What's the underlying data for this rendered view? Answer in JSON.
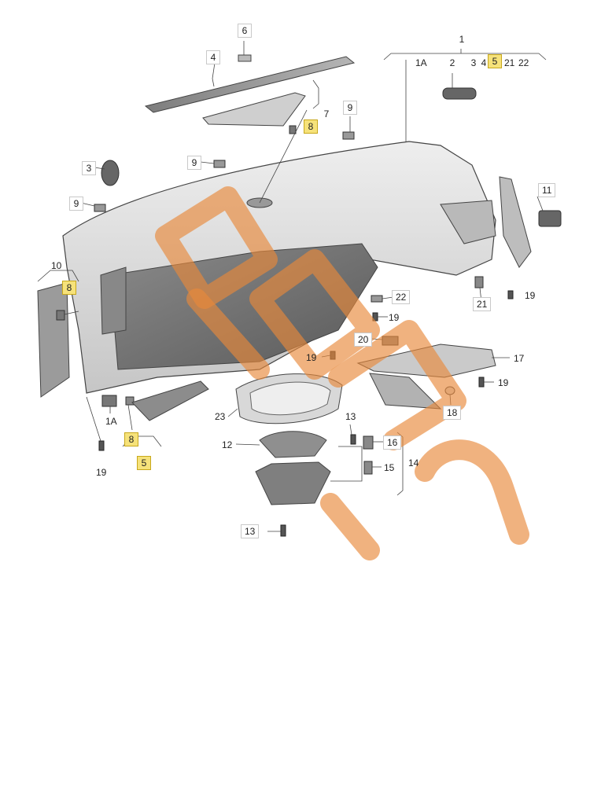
{
  "diagram": {
    "watermark_text": "PARTS",
    "callouts": [
      {
        "id": "c1",
        "text": "1"
      },
      {
        "id": "c1a_t",
        "text": "1A"
      },
      {
        "id": "c2",
        "text": "2"
      },
      {
        "id": "c3r",
        "text": "3"
      },
      {
        "id": "c4r",
        "text": "4"
      },
      {
        "id": "c5r",
        "text": "5",
        "highlight": true
      },
      {
        "id": "c21r",
        "text": "21"
      },
      {
        "id": "c22r",
        "text": "22"
      },
      {
        "id": "c4",
        "text": "4"
      },
      {
        "id": "c6",
        "text": "6"
      },
      {
        "id": "c7",
        "text": "7"
      },
      {
        "id": "c8t",
        "text": "8",
        "highlight": true
      },
      {
        "id": "c9a",
        "text": "9"
      },
      {
        "id": "c9b",
        "text": "9"
      },
      {
        "id": "c9c",
        "text": "9"
      },
      {
        "id": "c3",
        "text": "3"
      },
      {
        "id": "c11",
        "text": "11"
      },
      {
        "id": "c10",
        "text": "10"
      },
      {
        "id": "c8l",
        "text": "8",
        "highlight": true
      },
      {
        "id": "c19a",
        "text": "19"
      },
      {
        "id": "c21",
        "text": "21"
      },
      {
        "id": "c22",
        "text": "22"
      },
      {
        "id": "c19b",
        "text": "19"
      },
      {
        "id": "c20",
        "text": "20"
      },
      {
        "id": "c19c",
        "text": "19"
      },
      {
        "id": "c17",
        "text": "17"
      },
      {
        "id": "c19d",
        "text": "19"
      },
      {
        "id": "c18",
        "text": "18"
      },
      {
        "id": "c1a_b",
        "text": "1A"
      },
      {
        "id": "c8b",
        "text": "8",
        "highlight": true
      },
      {
        "id": "c5b",
        "text": "5",
        "highlight": true
      },
      {
        "id": "c19e",
        "text": "19"
      },
      {
        "id": "c23",
        "text": "23"
      },
      {
        "id": "c13a",
        "text": "13"
      },
      {
        "id": "c12",
        "text": "12"
      },
      {
        "id": "c16",
        "text": "16"
      },
      {
        "id": "c15",
        "text": "15"
      },
      {
        "id": "c14",
        "text": "14"
      },
      {
        "id": "c13b",
        "text": "13"
      }
    ]
  },
  "colors": {
    "line": "#444444",
    "panel": "#dcdcdc",
    "panel_dark": "#9e9e9e",
    "panel_shadow": "#6f6f6f",
    "highlight": "#f6e27a",
    "watermark": "#e8883a"
  }
}
